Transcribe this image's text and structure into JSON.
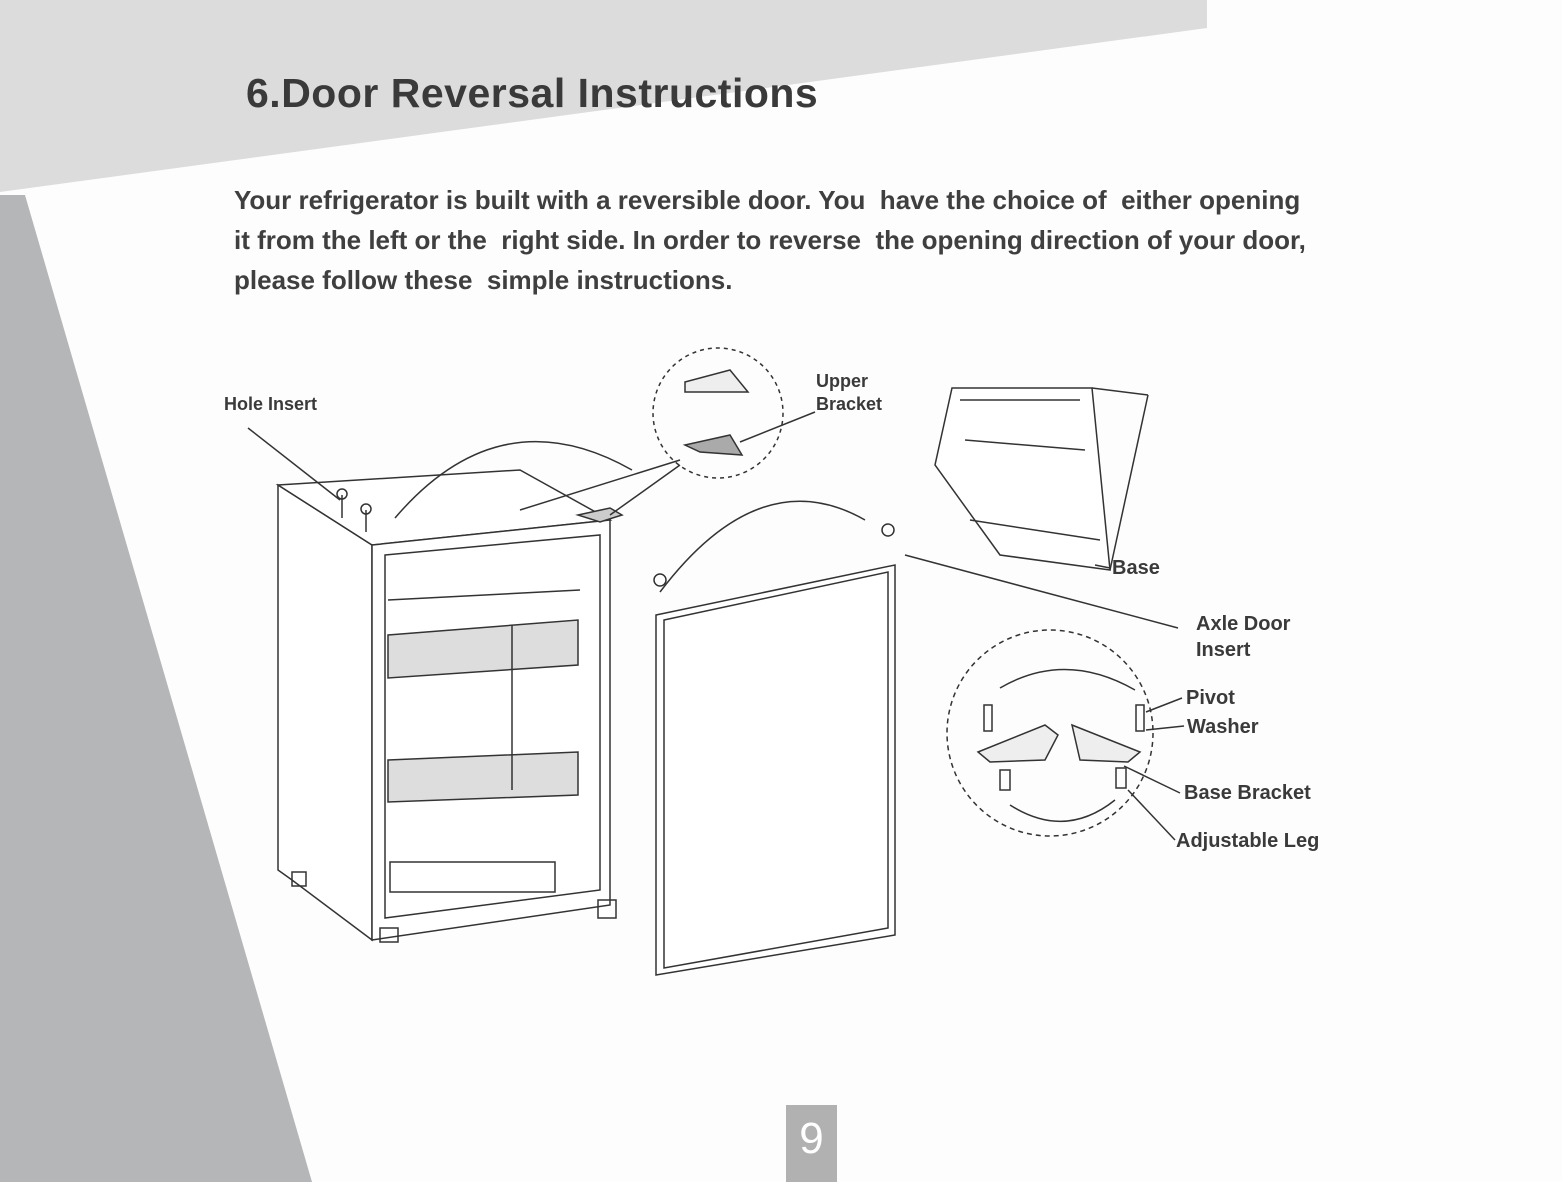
{
  "title": "6.Door Reversal Instructions",
  "intro_lines": [
    "Your refrigerator is built with a reversible door. You  have the choice of  either opening",
    "it from the left or the  right side. In order to reverse  the opening direction of your door,",
    "please follow these  simple instructions."
  ],
  "labels": {
    "hole_insert": "Hole Insert",
    "upper_bracket": "Upper\nBracket",
    "base": "Base",
    "axle_door_insert": "Axle Door\nInsert",
    "pivot": "Pivot",
    "washer": "Washer",
    "base_bracket": "Base Bracket",
    "adjustable_leg": "Adjustable Leg"
  },
  "page_number": "9"
}
